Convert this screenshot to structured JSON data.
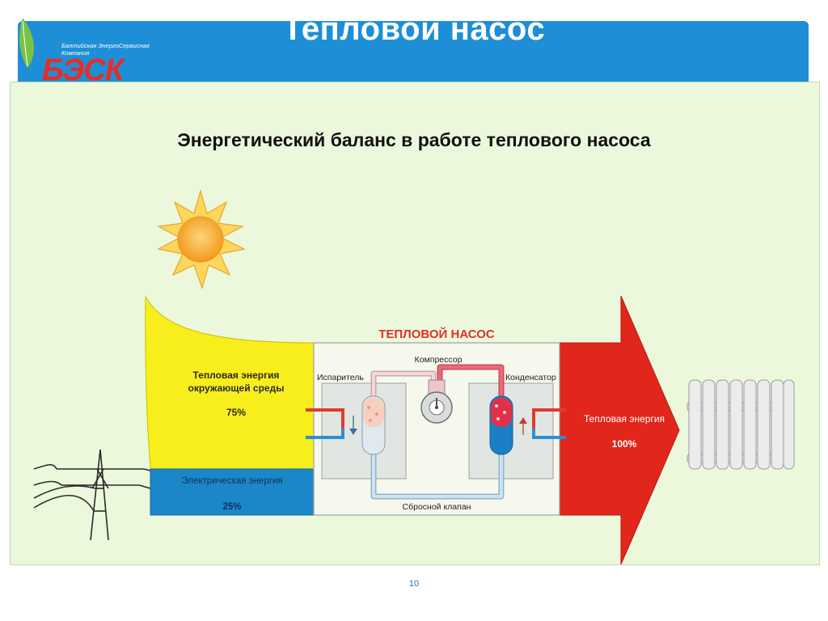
{
  "header": {
    "title": "Тепловой насос",
    "logo_sub": "Балтийская ЭнергоСервисная Компания",
    "logo_main": "БЭСК"
  },
  "subtitle": "Энергетический баланс в работе теплового насоса",
  "diagram": {
    "heat_pump_label": "ТЕПЛОВОЙ НАСОС",
    "compressor": "Компрессор",
    "evaporator": "Испаритель",
    "condenser": "Конденсатор",
    "relief_valve": "Сбросной клапан",
    "env_heat_line1": "Тепловая энергия",
    "env_heat_line2": "окружающей среды",
    "env_heat_pct": "75%",
    "electric": "Электрическая энергия",
    "electric_pct": "25%",
    "output_heat": "Тепловая энергия",
    "output_pct": "100%"
  },
  "colors": {
    "header": "#1e8fd6",
    "panel": "#ecf8dc",
    "env_heat": "#f7ee1c",
    "electric": "#1b87c8",
    "output": "#e1261c",
    "label_red": "#e0312a"
  },
  "footer": {
    "page_number": "10"
  }
}
